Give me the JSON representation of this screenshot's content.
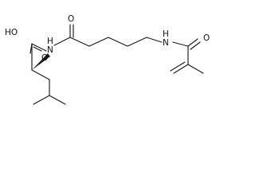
{
  "molecule": {
    "atoms": {
      "acid_oh": "HO",
      "acid_o": "O",
      "amide1_nh": "N",
      "amide1_h": "H",
      "amide1_o": "O",
      "amide2_nh": "N",
      "amide2_h": "H",
      "amide2_o": "O"
    }
  }
}
